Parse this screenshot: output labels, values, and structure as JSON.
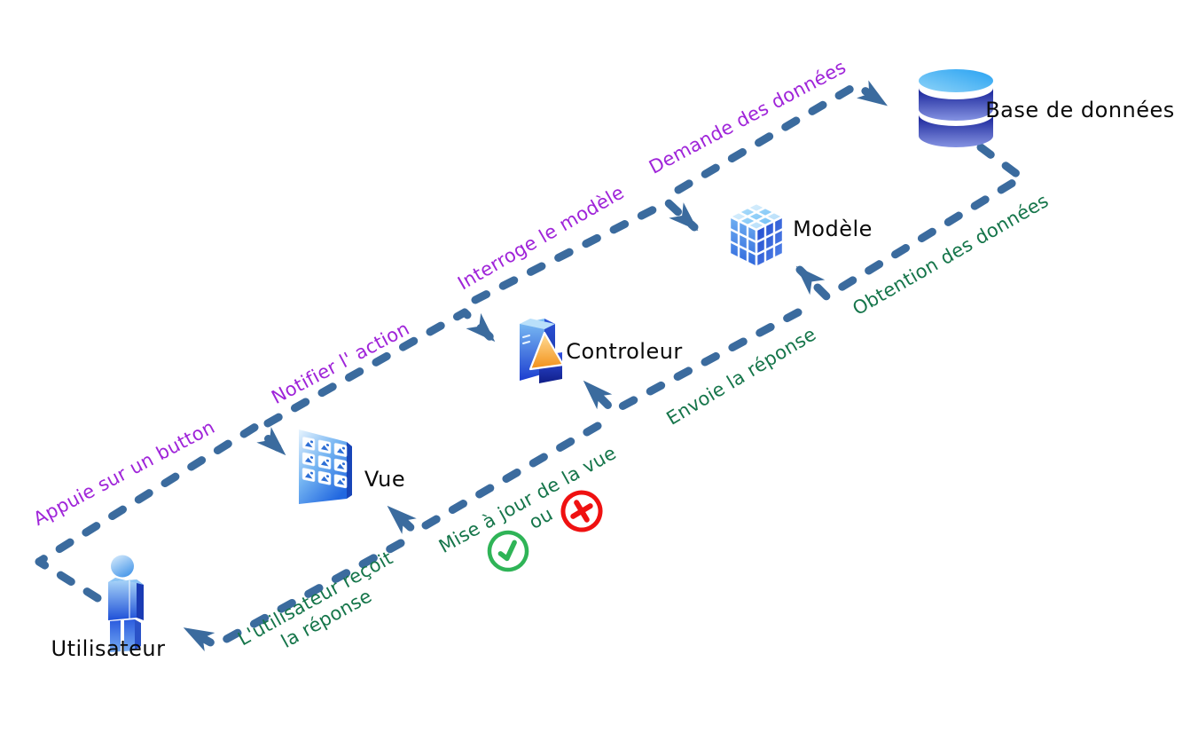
{
  "diagram": {
    "title": "MVC request flow",
    "nodes": [
      {
        "id": "utilisateur",
        "label": "Utilisateur",
        "icon": "person-icon"
      },
      {
        "id": "vue",
        "label": "Vue",
        "icon": "view-grid-icon"
      },
      {
        "id": "controleur",
        "label": "Controleur",
        "icon": "server-tower-icon"
      },
      {
        "id": "modele",
        "label": "Modèle",
        "icon": "cube-icon"
      },
      {
        "id": "base-de-donnees",
        "label": "Base de données",
        "icon": "database-icon"
      }
    ],
    "flow_labels": {
      "forward": [
        "Appuie sur un button",
        "Notifier l' action",
        "Interroge le modèle",
        "Demande des données"
      ],
      "backward": [
        "Obtention des données",
        "Envoie la réponse",
        "Mise à jour de la vue",
        "L'utilisateur reçoit",
        "la réponse"
      ],
      "conjunction": "ou"
    },
    "status_icons": [
      {
        "id": "success",
        "icon": "success-check-icon",
        "color": "#2fb457"
      },
      {
        "id": "error",
        "icon": "error-cross-icon",
        "color": "#ef1111"
      }
    ],
    "colors": {
      "connector": "#3b6b9e",
      "forward_label": "#9f24d9",
      "backward_label": "#15754a",
      "node_label": "#0a0a0a",
      "success": "#2fb457",
      "error": "#ef1111",
      "icon_blue_light": "#a9d5f8",
      "icon_blue_dark": "#1e46d0",
      "icon_orange": "#f29018"
    }
  }
}
